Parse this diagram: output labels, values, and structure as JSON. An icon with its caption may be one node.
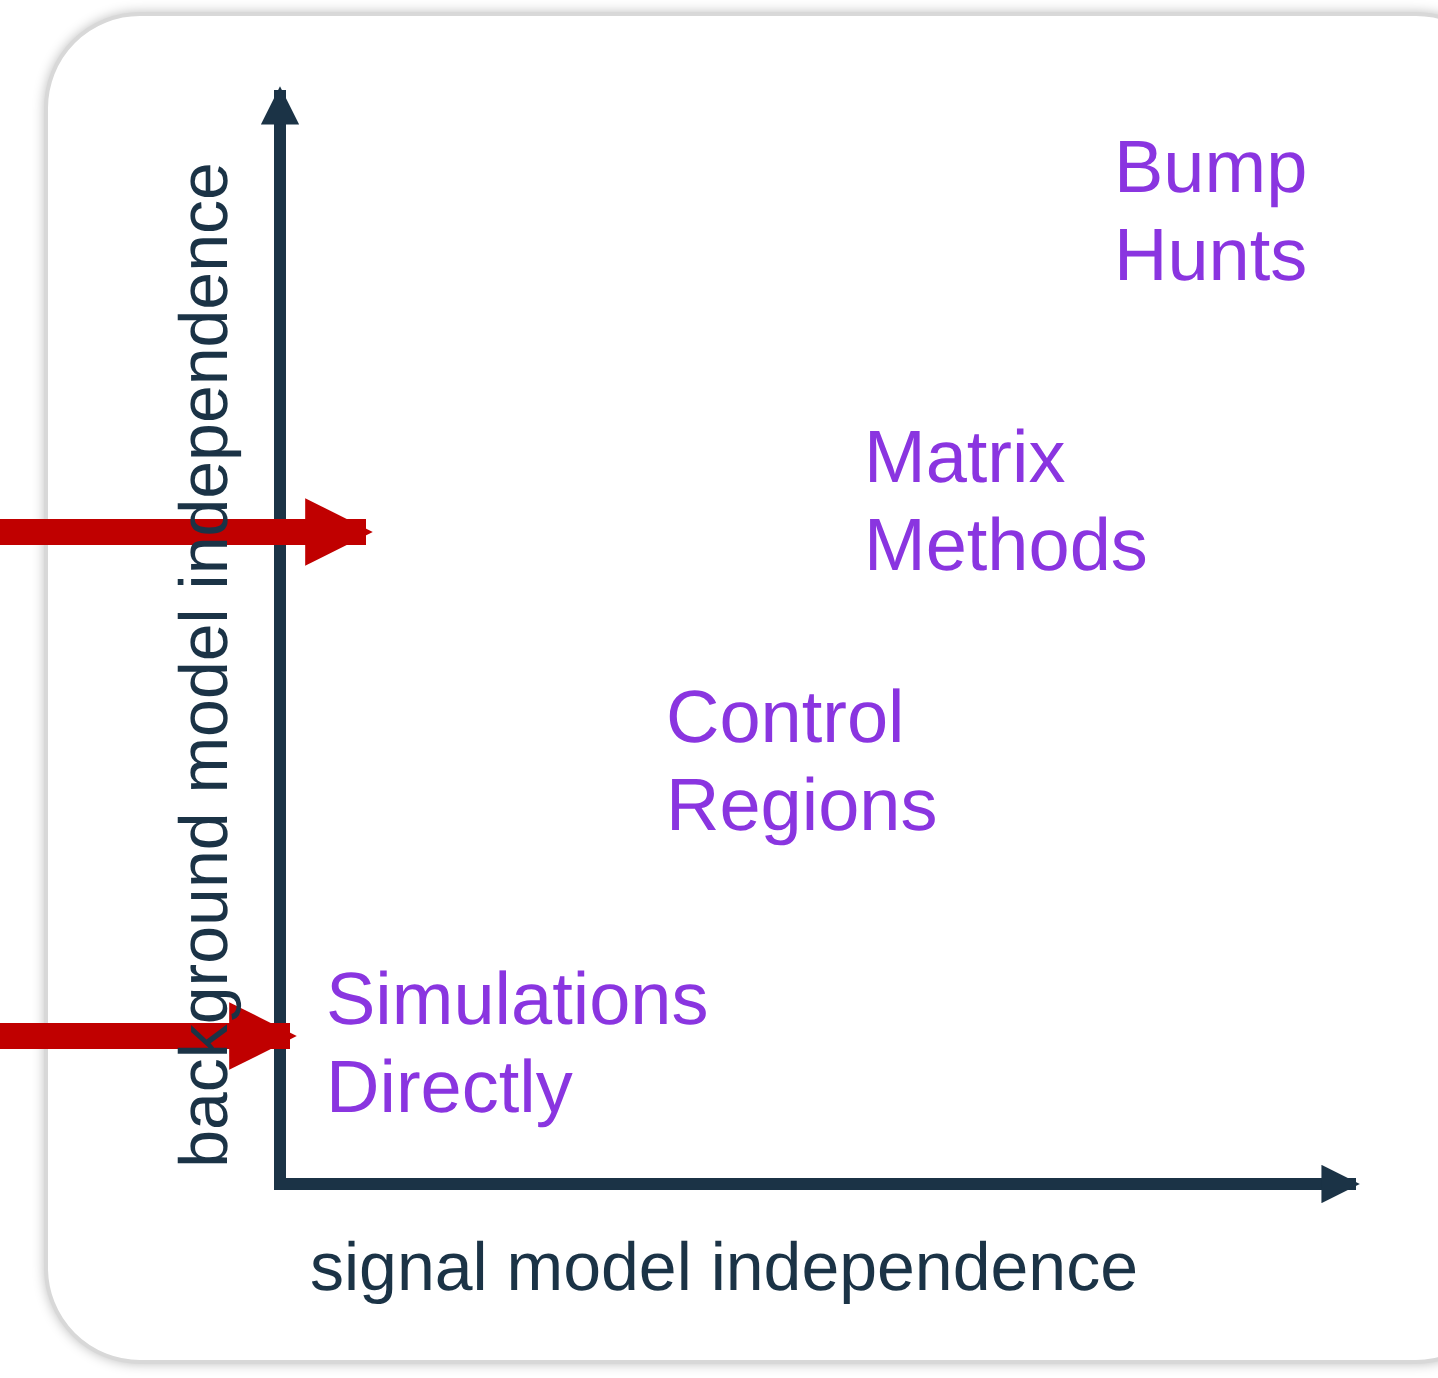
{
  "diagram": {
    "labels": [
      "Bump Hunts",
      "Matrix Methods",
      "Control Regions",
      "Simulations Directly",
      "background model independence",
      "signal model independence"
    ]
  }
}
